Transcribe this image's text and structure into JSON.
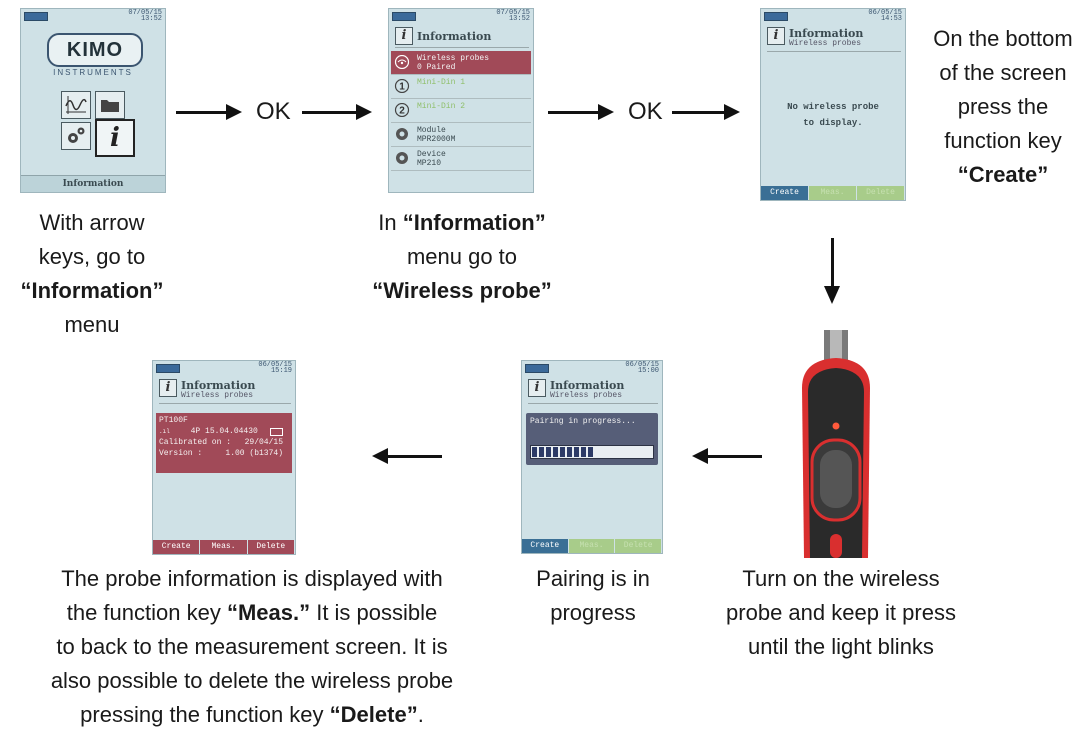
{
  "screens": {
    "s1": {
      "date": "07/05/15",
      "time": "13:52",
      "logo": "KIMO",
      "logo_sub": "INSTRUMENTS",
      "footer": "Information"
    },
    "s2": {
      "date": "07/05/15",
      "time": "13:52",
      "title": "Information",
      "items": [
        {
          "l1": "Wireless probes",
          "l2": "0 Paired"
        },
        {
          "l1": "Mini-Din 1",
          "l2": ""
        },
        {
          "l1": "Mini-Din 2",
          "l2": ""
        },
        {
          "l1": "Module",
          "l2": "MPR2000M"
        },
        {
          "l1": "Device",
          "l2": "MP210"
        }
      ]
    },
    "s3": {
      "date": "06/05/15",
      "time": "14:53",
      "title": "Information",
      "subtitle": "Wireless probes",
      "message_line1": "No wireless probe",
      "message_line2": "to display.",
      "fkeys": [
        "Create",
        "Meas.",
        "Delete"
      ]
    },
    "s4": {
      "date": "06/05/15",
      "time": "15:00",
      "title": "Information",
      "subtitle": "Wireless probes",
      "progress_text": "Pairing in progress...",
      "progress": 0.5,
      "fkeys": [
        "Create",
        "Meas.",
        "Delete"
      ]
    },
    "s5": {
      "date": "06/05/15",
      "time": "15:19",
      "title": "Information",
      "subtitle": "Wireless probes",
      "probe_name": "PT100F",
      "probe_line2": "4P 15.04.04430",
      "calibrated_label": "Calibrated on :",
      "calibrated_value": "29/04/15",
      "version_label": "Version :",
      "version_value": "1.00 (b1374)",
      "fkeys": [
        "Create",
        "Meas.",
        "Delete"
      ]
    }
  },
  "arrows": {
    "ok1": "OK",
    "ok2": "OK"
  },
  "captions": {
    "c1": {
      "l1": "With arrow",
      "l2": "keys, go to",
      "l3": "“Information”",
      "l4": "menu"
    },
    "c2": {
      "l1a": "In ",
      "l1b": "“Information”",
      "l2": "menu go to",
      "l3": "“Wireless probe”"
    },
    "c3": {
      "l1": "On the bottom",
      "l2": "of the screen",
      "l3": "press the",
      "l4": "function key",
      "l5": "“Create”"
    },
    "c4": {
      "l1": "Turn on the wireless",
      "l2": "probe and keep it press",
      "l3": "until the light blinks"
    },
    "c5": {
      "l1": "Pairing is in",
      "l2": "progress"
    },
    "c6": {
      "l1": "The probe information is displayed with",
      "l2a": "the function key ",
      "l2b": "“Meas.”",
      "l2c": " It is possible",
      "l3": "to back to the measurement screen. It is",
      "l4": "also possible to delete the wireless probe",
      "l5a": "pressing the function key ",
      "l5b": "“Delete”",
      "l5c": "."
    }
  },
  "colors": {
    "screen_bg": "#cfe1e6",
    "selected_row": "#a14a58",
    "fkey_blue": "#3a6f95",
    "probe_red": "#d92f2f"
  }
}
